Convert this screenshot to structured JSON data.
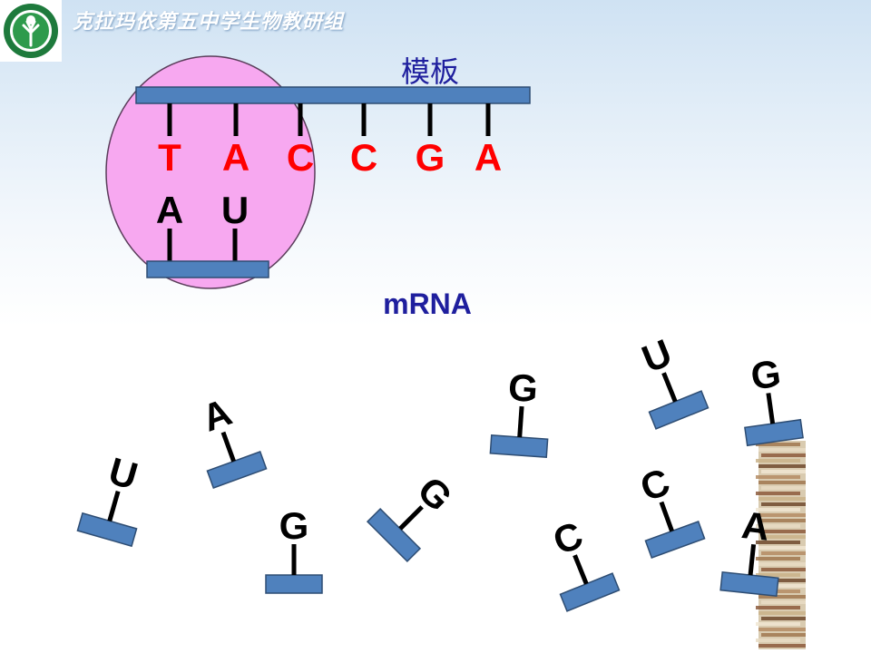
{
  "header": {
    "title": "克拉玛依第五中学生物教研组",
    "logo_icon": "school-tree-logo-icon"
  },
  "diagram": {
    "template_label": "模板",
    "mrna_label": "mRNA",
    "template_bases": [
      "T",
      "A",
      "C",
      "C",
      "G",
      "A"
    ],
    "paired_bases": [
      "A",
      "U"
    ],
    "free_nucleotides": [
      "U",
      "A",
      "G",
      "G",
      "G",
      "U",
      "C",
      "C",
      "A",
      "G"
    ],
    "colors": {
      "base_bar": "#4f81bd",
      "base_bar_border": "#2e4d73",
      "template_base": "#ff0000",
      "mrna_base": "#000000",
      "label": "#1f1f9e",
      "ribosome": "#f7a8f0",
      "ribosome_border": "#5a3d5a"
    }
  }
}
